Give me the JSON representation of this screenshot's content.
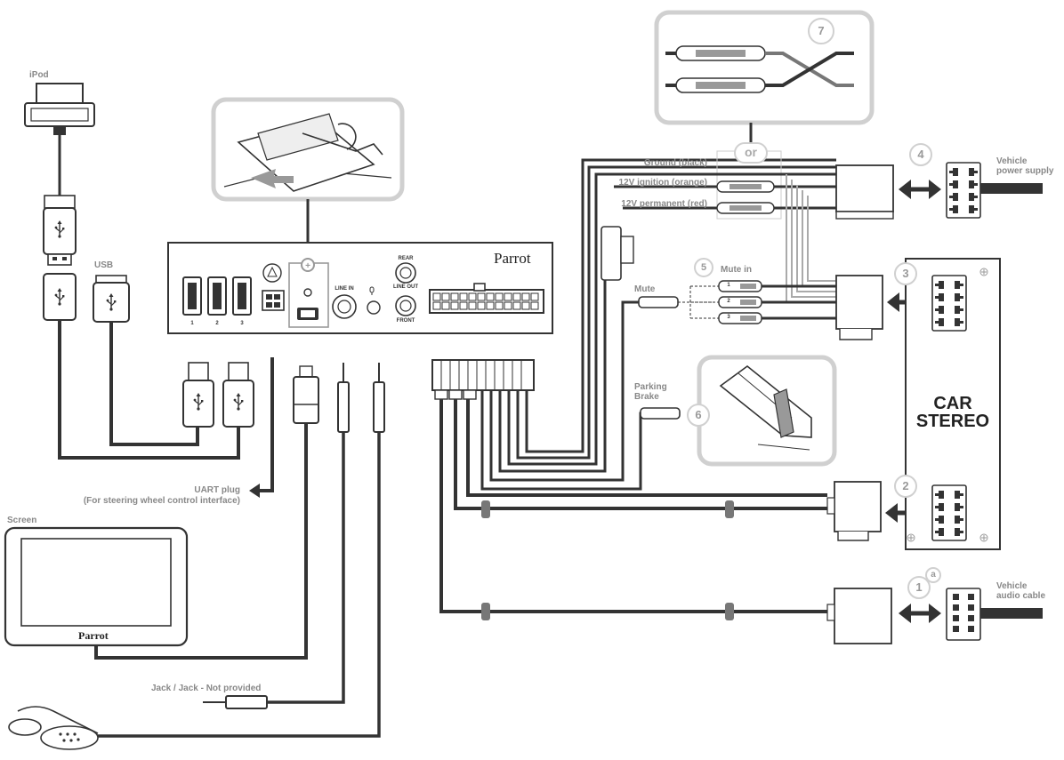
{
  "labels": {
    "ipod": "iPod",
    "usb": "USB",
    "uart_line1": "UART plug",
    "uart_line2": "(For steering wheel control interface)",
    "screen": "Screen",
    "jack": "Jack / Jack - Not provided",
    "ground": "Ground (black)",
    "ignition": "12V ignition (orange)",
    "permanent": "12V permanent (red)",
    "mute": "Mute",
    "mute_in": "Mute in",
    "parking_brake": "Parking\nBrake",
    "vehicle_power_supply": "Vehicle\npower supply",
    "vehicle_audio_cable": "Vehicle\naudio cable",
    "car_stereo": "CAR\nSTEREO",
    "or": "or"
  },
  "brand": "Parrot",
  "unit_labels": {
    "line_in": "LINE IN",
    "rear": "REAR",
    "line_out": "LINE OUT",
    "front": "FRONT",
    "usb_ports": [
      "1",
      "2",
      "3"
    ],
    "mute_pins": [
      "1",
      "2",
      "3"
    ]
  },
  "callouts": {
    "c1": "1",
    "c1_sup": "a",
    "c2": "2",
    "c3": "3",
    "c4": "4",
    "c5": "5",
    "c6": "6",
    "c7": "7"
  },
  "icons": [
    "usb-icon",
    "microphone-icon",
    "arrow-icon",
    "double-arrow-icon",
    "screw-icon"
  ],
  "colors": {
    "cable": "#333333",
    "panel_outline": "#d0d0d0",
    "label": "#888888",
    "accent_gray": "#999999"
  }
}
